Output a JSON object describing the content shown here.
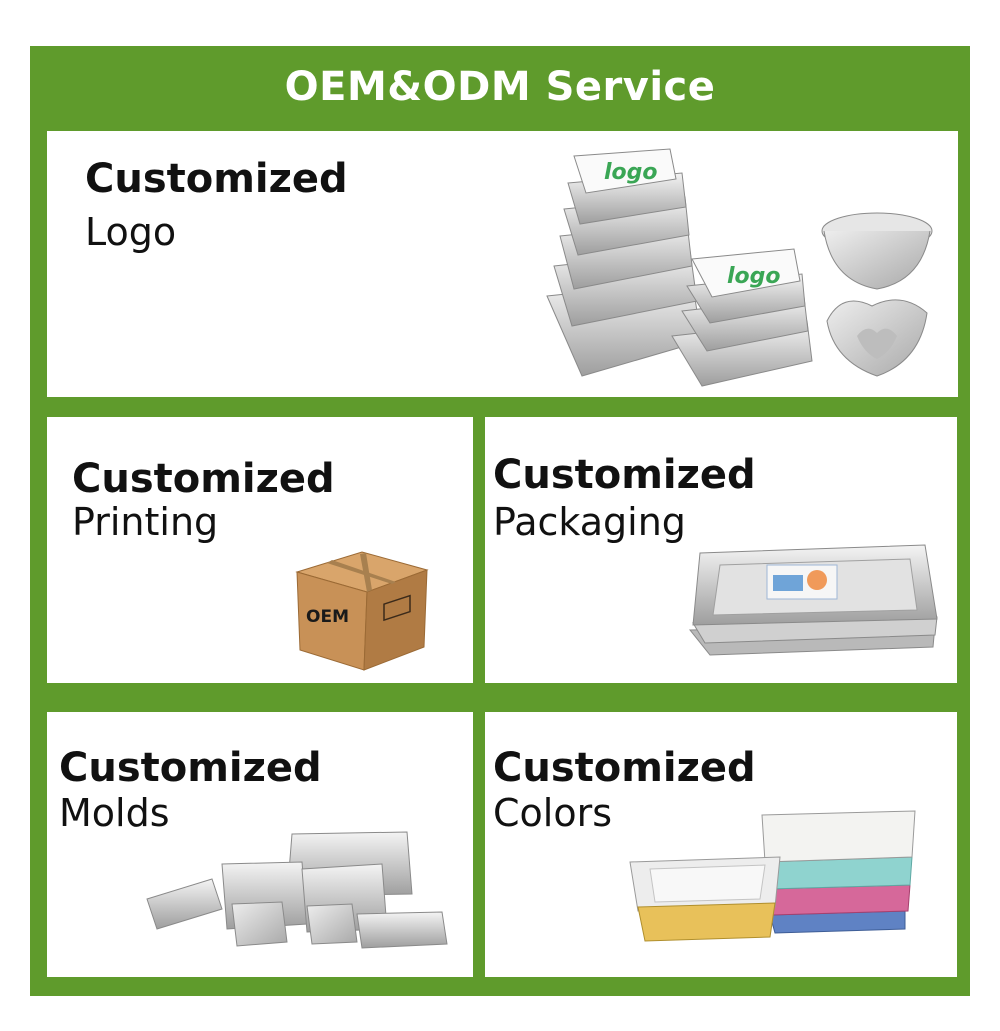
{
  "title": "OEM&ODM Service",
  "panels": {
    "logo": {
      "line1": "Customized",
      "line2": "Logo",
      "tray_text": "logo"
    },
    "printing": {
      "line1": "Customized",
      "line2": "Printing",
      "box_text": "OEM"
    },
    "packaging": {
      "line1": "Customized",
      "line2": "Packaging"
    },
    "molds": {
      "line1": "Customized",
      "line2": "Molds"
    },
    "colors": {
      "line1": "Customized",
      "line2": "Colors"
    }
  },
  "colors": {
    "frame_green": "#5f9b2c",
    "logo_green": "#3aa655",
    "box_brown": "#c89157",
    "tray_gold": "#e8c15a",
    "tray_pink": "#d6689a",
    "tray_teal": "#8fd3cf",
    "tray_blue": "#5f82c4"
  }
}
